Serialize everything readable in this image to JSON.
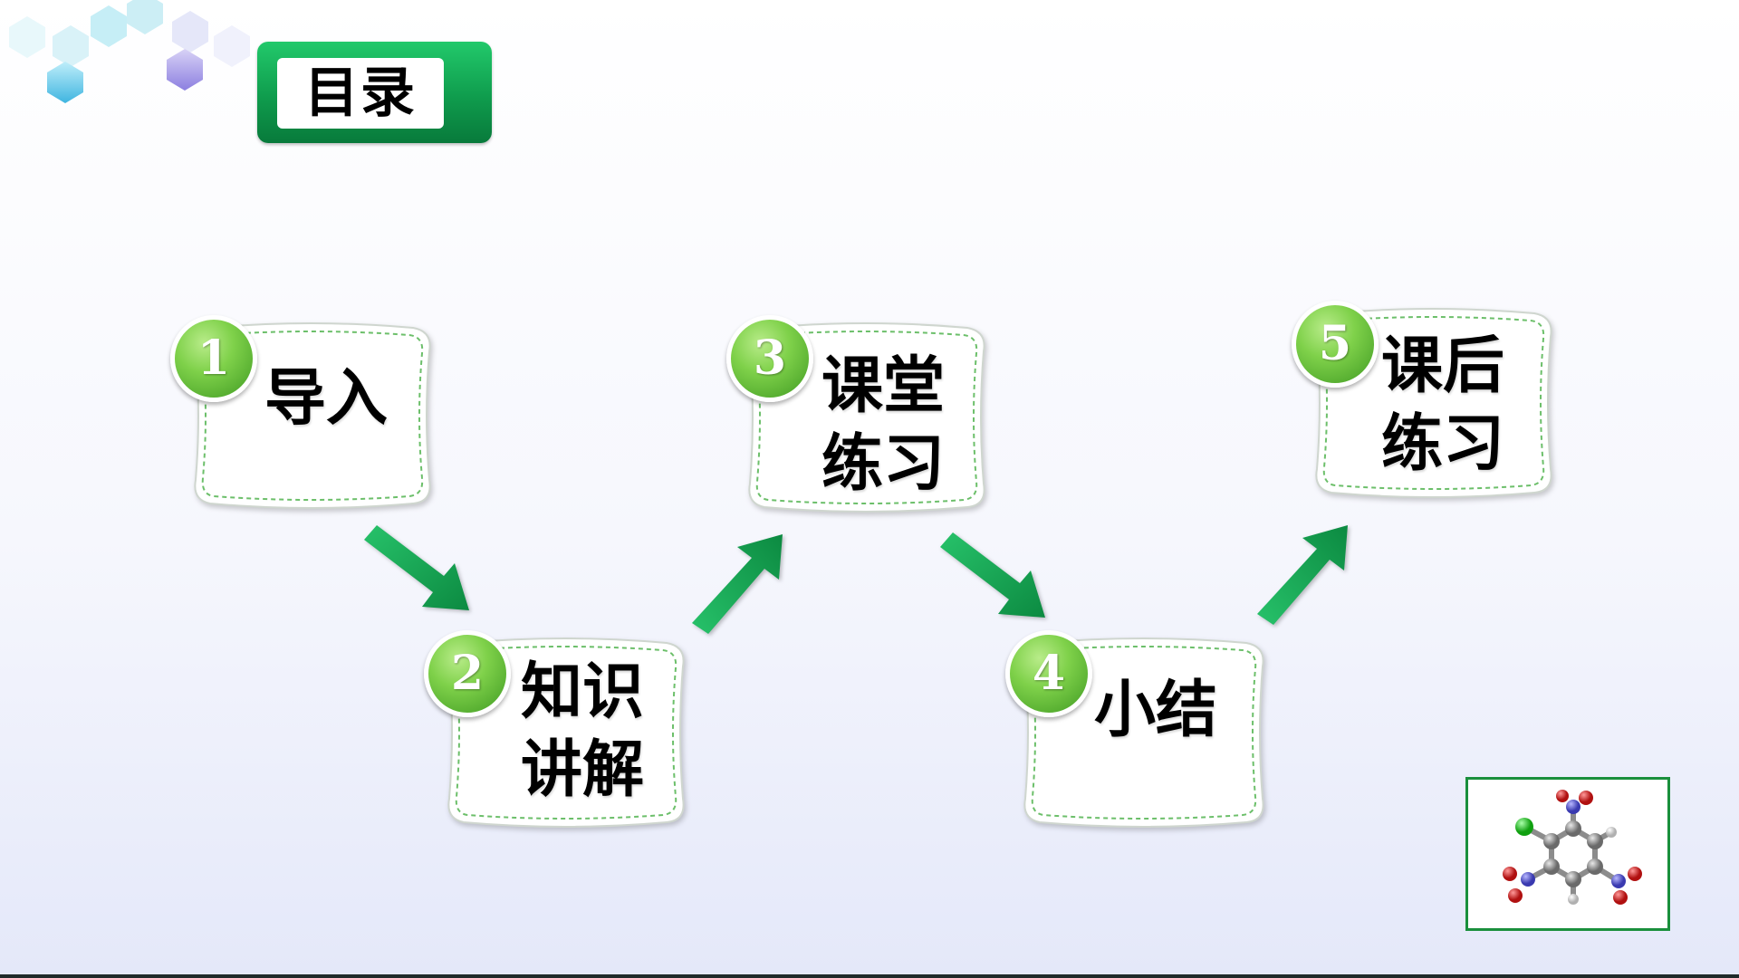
{
  "title": "目录",
  "colors": {
    "accent_green": "#0f9c4d",
    "arrow_green": "#1faa55",
    "circle_green": "#7fd14a",
    "card_border": "#6cbf6a"
  },
  "steps": [
    {
      "number": "1",
      "label_line1": "导入",
      "label_line2": ""
    },
    {
      "number": "2",
      "label_line1": "知识",
      "label_line2": "讲解"
    },
    {
      "number": "3",
      "label_line1": "课堂",
      "label_line2": "练习"
    },
    {
      "number": "4",
      "label_line1": "小结",
      "label_line2": ""
    },
    {
      "number": "5",
      "label_line1": "课后",
      "label_line2": "练习"
    }
  ],
  "decor": {
    "hexagons": "hexagon-cluster-icon",
    "molecule": "molecule-icon"
  }
}
